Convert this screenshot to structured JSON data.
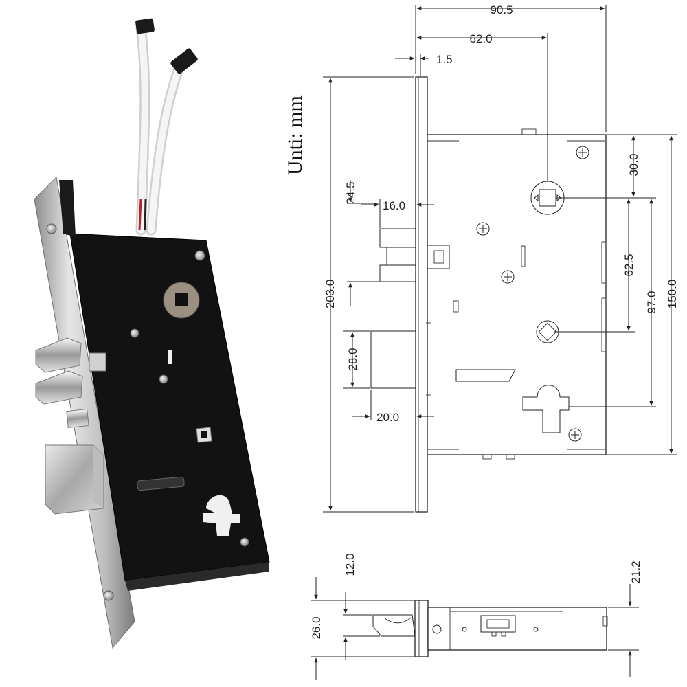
{
  "unit_label": "Unti: mm",
  "front_view": {
    "dimensions": {
      "overall_width": "90.5",
      "backset": "62.0",
      "faceplate_thickness": "1.5",
      "faceplate_height": "203.0",
      "case_height": "150.0",
      "top_to_spindle": "30.0",
      "spindle_to_lower_hub": "62.5",
      "spindle_to_cylinder": "97.0",
      "latch_offset": "24.5",
      "latch_projection": "16.0",
      "deadbolt_height": "28.0",
      "deadbolt_projection": "20.0"
    }
  },
  "side_view": {
    "dimensions": {
      "latch_width": "12.0",
      "faceplate_width": "26.0",
      "case_depth": "21.2"
    }
  },
  "product_photo": {
    "subject": "mortise lock body with wire harness",
    "colors": {
      "case": "#121212",
      "faceplate": "#c9c9c9",
      "chrome": "#d8d8d8",
      "wire": "#f2f2f2"
    }
  }
}
